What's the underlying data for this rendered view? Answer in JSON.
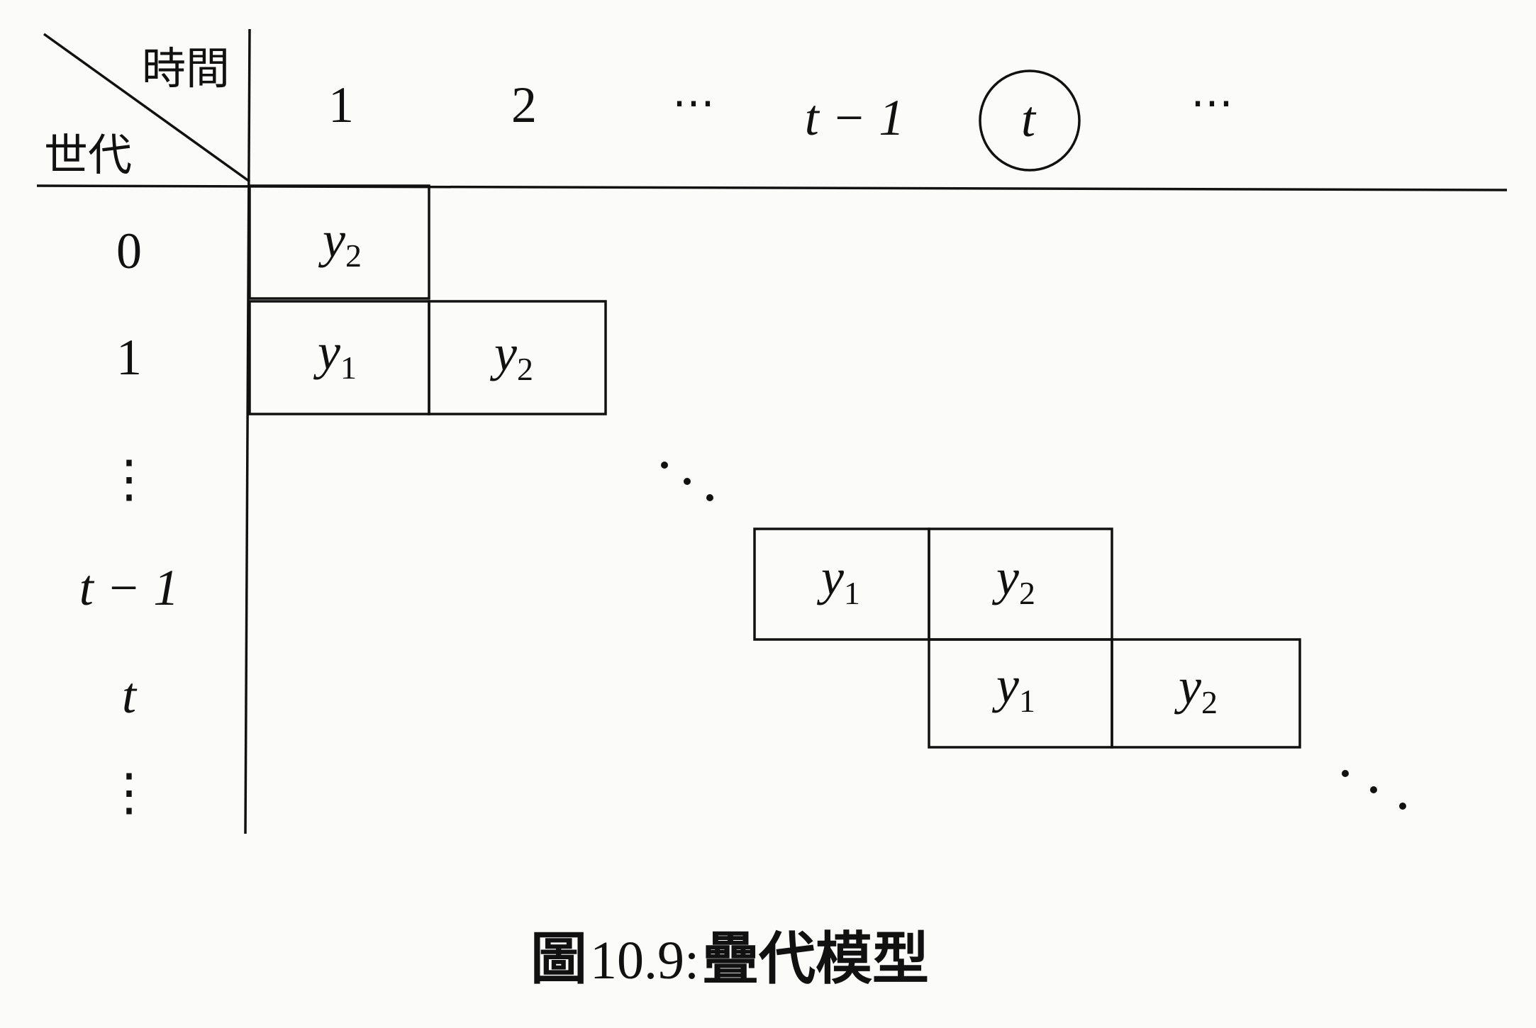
{
  "corner": {
    "top_label": "時間",
    "bottom_label": "世代"
  },
  "columns": [
    "1",
    "2",
    "⋯",
    "t − 1",
    "t",
    "⋯"
  ],
  "rows": [
    "0",
    "1",
    "⋮",
    "t − 1",
    "t",
    "⋮"
  ],
  "cells": [
    {
      "var": "y",
      "sub": "2"
    },
    {
      "var": "y",
      "sub": "1"
    },
    {
      "var": "y",
      "sub": "2"
    },
    {
      "var": "y",
      "sub": "1"
    },
    {
      "var": "y",
      "sub": "2"
    },
    {
      "var": "y",
      "sub": "1"
    },
    {
      "var": "y",
      "sub": "2"
    }
  ],
  "caption": {
    "prefix": "圖",
    "number": "10.9:",
    "title": "疊代模型"
  }
}
